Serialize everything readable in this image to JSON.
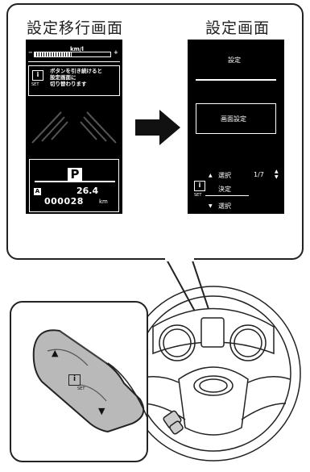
{
  "left_screen": {
    "heading": "設定移行画面",
    "speed_unit": "km/l",
    "minus": "−",
    "plus": "+",
    "info_icon": "i",
    "set_label": "SET",
    "message_line1": "ボタンを引き続けると",
    "message_line2": "設定画面に",
    "message_line3": "切り替わります",
    "gear": "P",
    "mode_badge": "A",
    "trip_value": "26.4",
    "odometer": "000028",
    "odo_unit": "km"
  },
  "right_screen": {
    "heading": "設定画面",
    "title": "設定",
    "menu_item": "画面設定",
    "up_label": "選択",
    "page_indicator": "1/7",
    "decide_label": "決定",
    "down_label": "選択",
    "set_label": "SET",
    "info_icon": "i"
  },
  "switch_panel": {
    "up_symbol": "▲",
    "down_symbol": "▼",
    "info_icon": "i",
    "set_label": "SET"
  },
  "colors": {
    "screen_bg": "#000000",
    "pad_gray": "#b9b9b9",
    "outline": "#222222"
  }
}
